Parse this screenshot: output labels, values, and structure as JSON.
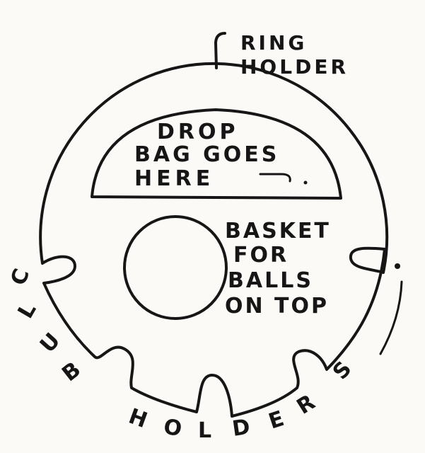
{
  "diagram": {
    "ring_holder": [
      "RING",
      "HOLDER"
    ],
    "drop_bag": [
      "DROP",
      "BAG GOES",
      "HERE"
    ],
    "basket": [
      "BASKET",
      "FOR",
      "BALLS",
      "ON TOP"
    ],
    "club_holders_letters": [
      "C",
      "L",
      "U",
      "B",
      "H",
      "O",
      "L",
      "D",
      "E",
      "R",
      "S"
    ],
    "ink_color": "#161616",
    "paper_color": "#fbfaf7"
  }
}
